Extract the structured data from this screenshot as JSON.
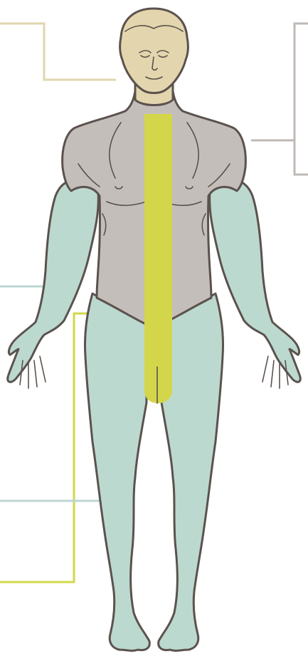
{
  "diagram": {
    "colors": {
      "head": "#e3d6ae",
      "torso": "#c4bebb",
      "limbs": "#bcd9d0",
      "axis": "#d3d64a",
      "outline": "#5b524d",
      "leader_head": "#e1d5ae",
      "leader_trunk": "#bfb9b6",
      "leader_arm": "#bcd7d1",
      "leader_axis": "#d2d84a",
      "leader_leg": "#bcd7d1"
    },
    "regions": [
      "head",
      "trunk",
      "arms",
      "legs",
      "axial-midline"
    ],
    "callouts": [
      {
        "target": "head",
        "side": "left",
        "color": "leader_head"
      },
      {
        "target": "trunk",
        "side": "right",
        "color": "leader_trunk"
      },
      {
        "target": "arm",
        "side": "left",
        "color": "leader_arm"
      },
      {
        "target": "axial-midline",
        "side": "left",
        "color": "leader_axis"
      },
      {
        "target": "leg",
        "side": "left",
        "color": "leader_leg"
      }
    ]
  }
}
